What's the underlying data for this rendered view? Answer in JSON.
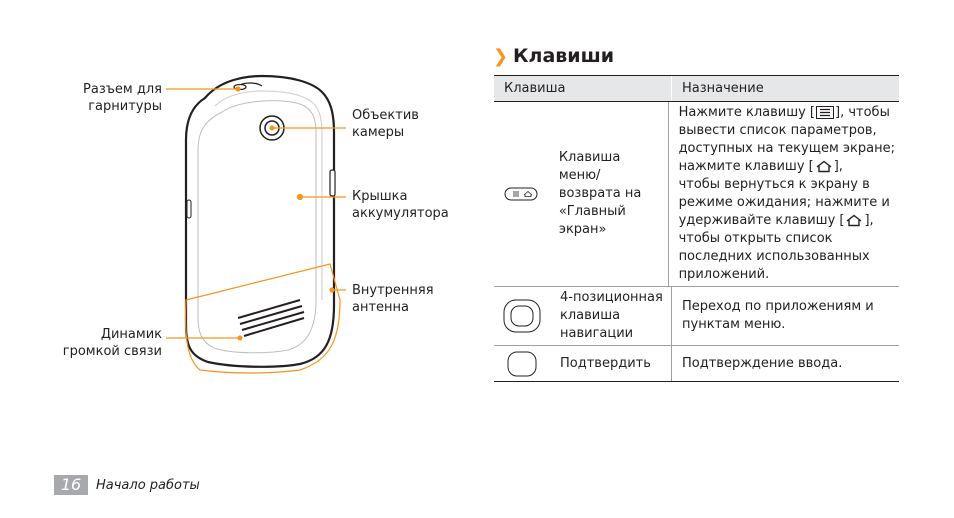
{
  "figure": {
    "callouts": {
      "headset_jack": [
        "Разъем для",
        "гарнитуры"
      ],
      "camera_lens": [
        "Объектив",
        "камеры"
      ],
      "battery_cover": [
        "Крышка",
        "аккумулятора"
      ],
      "internal_antenna": [
        "Внутренняя",
        "антенна"
      ],
      "speaker": [
        "Динамик",
        "громкой связи"
      ]
    }
  },
  "section": {
    "title": "Клавиши"
  },
  "table": {
    "headers": [
      "Клавиша",
      "Назначение"
    ],
    "rows": [
      {
        "icon": "menu-home-key-icon",
        "key": [
          "Клавиша меню/",
          "возврата на",
          "«Главный",
          "экран»"
        ],
        "desc": {
          "l1a": "Нажмите клавишу [",
          "l1b": "], чтобы",
          "l2": "вывести список параметров,",
          "l3": "доступных на текущем экране;",
          "l4a": "нажмите клавишу [",
          "l4b": "],",
          "l5": "чтобы вернуться к экрану в",
          "l6": "режиме ожидания; нажмите и",
          "l7a": "удерживайте клавишу [",
          "l7b": "],",
          "l8": "чтобы открыть список",
          "l9": "последних использованных",
          "l10": "приложений."
        }
      },
      {
        "icon": "navigation-key-icon",
        "key": [
          "4-позиционная",
          "клавиша",
          "навигации"
        ],
        "desc": [
          "Переход по приложениям и",
          "пунктам меню."
        ]
      },
      {
        "icon": "confirm-key-icon",
        "key": [
          "Подтвердить"
        ],
        "desc": [
          "Подтверждение ввода."
        ]
      }
    ]
  },
  "footer": {
    "page_number": "16",
    "chapter": "Начало работы"
  },
  "colors": {
    "accent": "#f7941d",
    "header_bg": "#e6e7e8",
    "text": "#231f20"
  }
}
